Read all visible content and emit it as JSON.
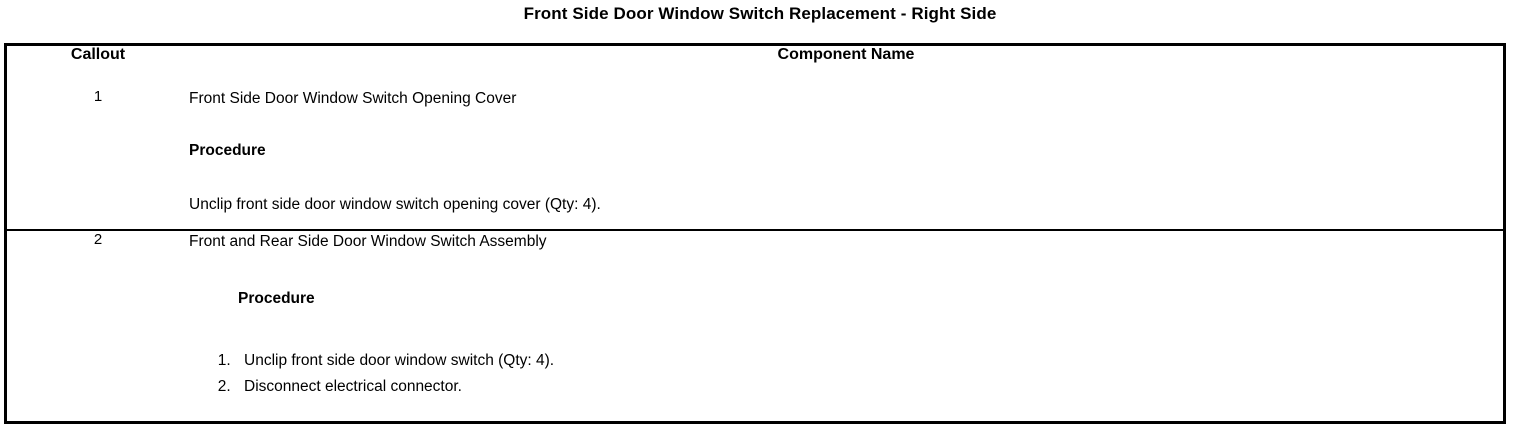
{
  "document": {
    "title": "Front Side Door Window Switch Replacement - Right Side"
  },
  "table": {
    "headers": {
      "callout": "Callout",
      "component_name": "Component Name"
    },
    "rows": [
      {
        "callout": "1",
        "component_title": "Front Side Door Window Switch Opening Cover",
        "procedure_label": "Procedure",
        "procedure_text": "Unclip front side door window switch opening cover (Qty: 4)."
      },
      {
        "callout": "2",
        "component_title": "Front and Rear Side Door Window Switch Assembly",
        "procedure_label": "Procedure",
        "steps": [
          "Unclip front side door window switch (Qty: 4).",
          "Disconnect electrical connector."
        ]
      }
    ]
  },
  "colors": {
    "border": "#000000",
    "text": "#000000",
    "background": "#ffffff"
  }
}
